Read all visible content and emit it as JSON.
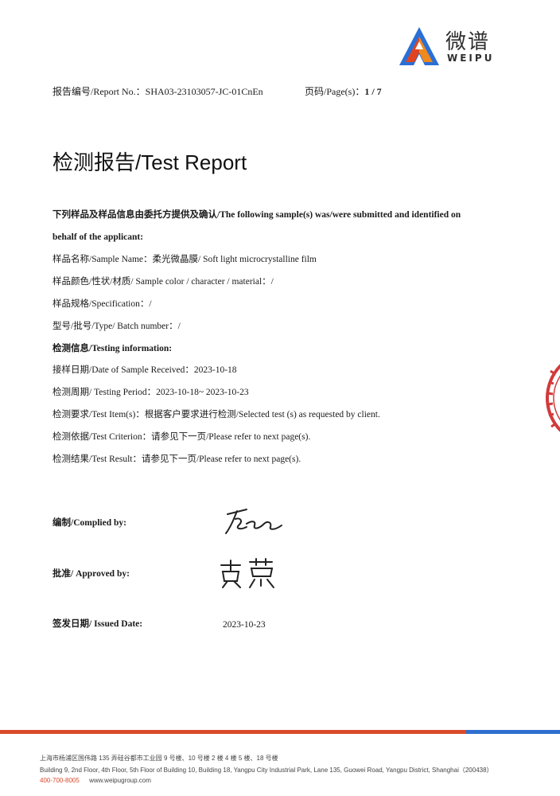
{
  "logo": {
    "cn": "微谱",
    "en": "WEIPU"
  },
  "header": {
    "report_no": "报告编号/Report No.：SHA03-23103057-JC-01CnEn",
    "page_label": "页码/Page(s)：",
    "page_value": "1 / 7"
  },
  "title": "检测报告/Test Report",
  "intro": {
    "line1": "下列样品及样品信息由委托方提供及确认/The following sample(s) was/were submitted and identified on",
    "line2": "behalf of the applicant:"
  },
  "sample": {
    "name": "样品名称/Sample Name：柔光微晶膜/ Soft light microcrystalline film",
    "color": "样品颜色/性状/材质/ Sample color / character / material：/",
    "spec": "样品规格/Specification：/",
    "type": "型号/批号/Type/ Batch number：/"
  },
  "testing": {
    "heading": "检测信息/Testing information:",
    "received": "接样日期/Date of Sample Received：2023-10-18",
    "period": "检测周期/ Testing Period：2023-10-18~ 2023-10-23",
    "items": "检测要求/Test Item(s)：根据客户要求进行检测/Selected test (s) as requested by client.",
    "criterion": "检测依据/Test Criterion：请参见下一页/Please refer to next page(s).",
    "result": "检测结果/Test Result：请参见下一页/Please refer to next page(s)."
  },
  "signatures": {
    "compiled_label": "编制/Complied by:",
    "approved_label": "批准/ Approved by:",
    "issued_label": "签发日期/ Issued Date:",
    "issued_date": "2023-10-23"
  },
  "footer": {
    "address_cn": "上海市杨浦区国伟路 135 弄硅谷都市工业园 9 号楼、10 号楼 2 楼 4 楼 5 楼、18 号楼",
    "address_en": "Building 9, 2nd Floor, 4th Floor, 5th Floor of Building 10, Building 18, Yangpu City Industrial Park, Lane 135, Guowei Road, Yangpu District, Shanghai（200438）",
    "phone": "400-700-8005",
    "website": "www.weipugroup.com"
  },
  "colors": {
    "brand_blue": "#2a6fd6",
    "brand_red": "#e0451f",
    "brand_orange": "#f08a1c",
    "footer_red": "#d94a2a",
    "footer_blue": "#2f6fcf",
    "stamp_red": "#d23a3a"
  }
}
